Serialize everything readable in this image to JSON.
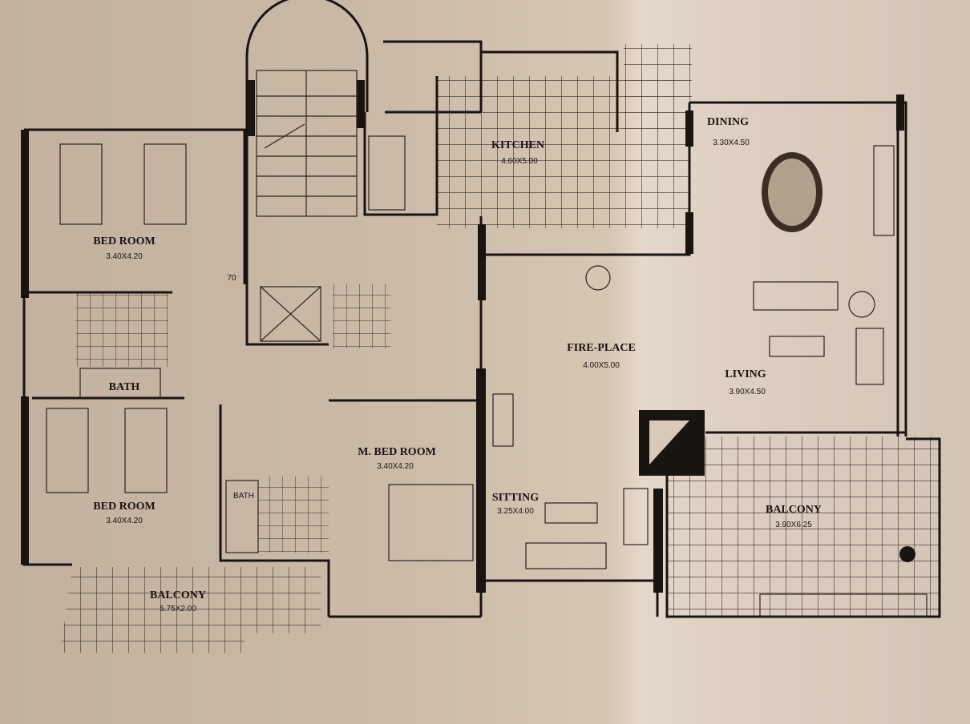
{
  "rooms": {
    "bedroom_top": {
      "name": "BED ROOM",
      "size": "3.40X4.20"
    },
    "bedroom_bottom": {
      "name": "BED ROOM",
      "size": "3.40X4.20"
    },
    "bath": {
      "name": "BATH"
    },
    "bath_small": {
      "name": "BATH"
    },
    "kitchen": {
      "name": "KITCHEN",
      "size": "4.60X5.00"
    },
    "dining": {
      "name": "DINING",
      "size": "3.30X4.50"
    },
    "fireplace": {
      "name": "FIRE-PLACE",
      "size": "4.00X5.00"
    },
    "living": {
      "name": "LIVING",
      "size": "3.90X4.50"
    },
    "master_bedroom": {
      "name": "M. BED ROOM",
      "size": "3.40X4.20"
    },
    "sitting": {
      "name": "SITTING",
      "size": "3.25X4.00"
    },
    "balcony_right": {
      "name": "BALCONY",
      "size": "3.90X6.25"
    },
    "balcony_left": {
      "name": "BALCONY",
      "size": "5.75X2.00"
    }
  },
  "dimension_note": "70"
}
